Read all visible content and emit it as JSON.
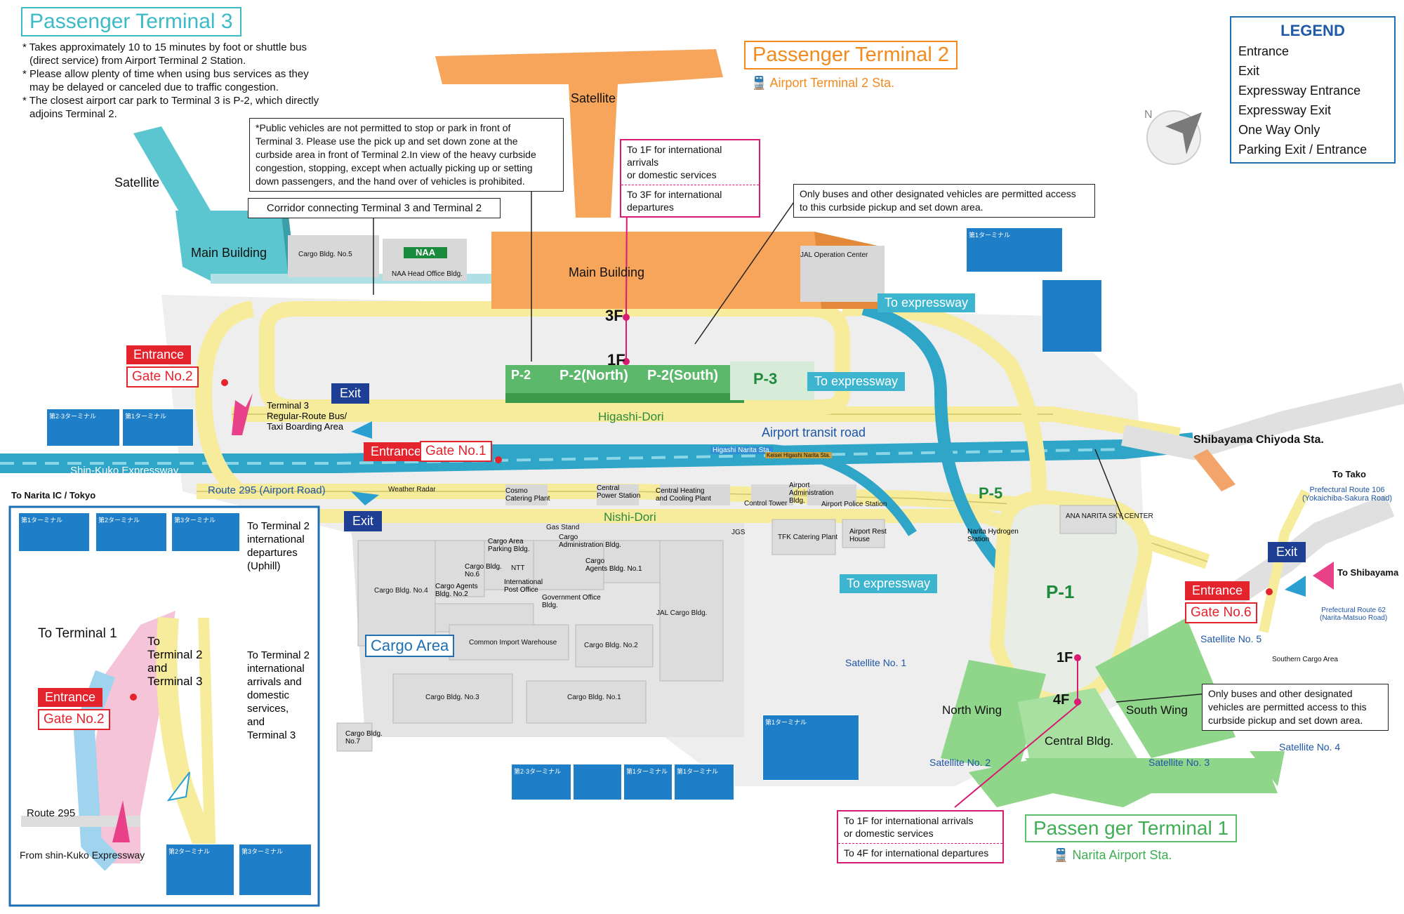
{
  "titles": {
    "t3": "Passenger Terminal 3",
    "t2": "Passenger Terminal 2",
    "t2_station": "Airport Terminal 2 Sta.",
    "t1": "Passen ger Terminal 1",
    "t1_station": "Narita Airport Sta."
  },
  "t3_notes": [
    "* Takes approximately 10 to 15 minutes by foot or shuttle bus",
    "(direct service) from Airport Terminal 2 Station.",
    "* Please allow plenty of time when using bus services as they",
    "may be delayed or canceled due to traffic congestion.",
    "* The closest airport car park to Terminal 3 is P-2, which directly",
    "adjoins Terminal 2."
  ],
  "public_vehicle_note": [
    "*Public vehicles are not permitted to stop or park in front of",
    "Terminal 3. Please use the pick up and set down zone at the",
    "curbside area in front of Terminal 2.In view of the heavy curbside",
    "congestion, stopping, except when actually picking up or setting",
    "down passengers, and the hand over of vehicles is prohibited."
  ],
  "corridor_note": "Corridor connecting Terminal 3 and Terminal 2",
  "t2_floor_box": {
    "line1": "To 1F for international arrivals",
    "line2": "or domestic services",
    "line3": "To 3F for international departures"
  },
  "bus_only_note_t2": [
    "Only buses and other designated vehicles are permitted access",
    "to this curbside pickup and set down area."
  ],
  "bus_only_note_t1": [
    "Only buses and other designated",
    "vehicles are permitted access to this",
    "curbside pickup and set down area."
  ],
  "t1_floor_box": {
    "line1": "To 1F for international arrivals",
    "line2": "or domestic services",
    "line3": "To 4F for international departures"
  },
  "legend": {
    "title": "LEGEND",
    "items": [
      "Entrance",
      "Exit",
      "Expressway Entrance",
      "Expressway Exit",
      "One Way Only",
      "Parking Exit / Entrance"
    ]
  },
  "labels": {
    "satellite_t3": "Satellite",
    "main_building_t3": "Main Building",
    "cargo_bldg5": "Cargo Bldg. No.5",
    "naa_logo": "NAA",
    "naa_head": "NAA Head Office Bldg.",
    "satellite_t2": "Satellite",
    "main_building_t2": "Main Building",
    "jal_ops": "JAL Operation Center",
    "f3": "3F",
    "f1": "1F",
    "p2n": "P-2",
    "p2north": "P-2(North)",
    "p2south": "P-2(South)",
    "p3": "P-3",
    "p5": "P-5",
    "p1": "P-1",
    "to_expressway_1": "To expressway",
    "to_expressway_2": "To expressway",
    "to_expressway_3": "To expressway",
    "exit_1": "Exit",
    "exit_2": "Exit",
    "exit_3": "Exit",
    "entrance_1": "Entrance",
    "gate_2": "Gate No.2",
    "entrance_2": "Entrance",
    "gate_1": "Gate No.1",
    "entrance_3": "Entrance",
    "gate_6": "Gate No.6",
    "entrance_inset": "Entrance",
    "gate_2_inset": "Gate No.2",
    "t3_bus_area": [
      "Terminal 3",
      "Regular-Route Bus/",
      "Taxi Boarding Area"
    ],
    "higashi_dori": "Higashi-Dori",
    "nishi_dori": "Nishi-Dori",
    "airport_transit": "Airport transit road",
    "shin_kuko": "Shin-Kuko Expressway",
    "route295": "Route 295 (Airport Road)",
    "to_narita_ic": "To Narita IC / Tokyo",
    "shibayama_chiyoda": "Shibayama Chiyoda Sta.",
    "to_tako": "To Tako",
    "pref_106": [
      "Prefectural Route 106",
      "(Yokaichiba-Sakura Road)"
    ],
    "to_shibayama": "To Shibayama",
    "pref_62": [
      "Prefectural Route 62",
      "(Narita-Matsuo Road)"
    ],
    "weather_radar": "Weather Radar",
    "cosmo": [
      "Cosmo",
      "Catering Plant"
    ],
    "central_power": [
      "Central",
      "Power Station"
    ],
    "central_heating": [
      "Central Heating",
      "and Cooling Plant"
    ],
    "control_tower": "Control Tower",
    "airport_admin": [
      "Airport",
      "Administration",
      "Bldg."
    ],
    "airport_police": "Airport Police Station",
    "gas_stand": "Gas Stand",
    "cargo_admin": [
      "Cargo",
      "Administration Bldg."
    ],
    "cargo_parking": [
      "Cargo Area",
      "Parking Bldg."
    ],
    "cargo_agents_1": [
      "Cargo",
      "Agents Bldg. No.1"
    ],
    "jgs": "JGS",
    "tfk": "TFK Catering Plant",
    "rest_house": [
      "Airport Rest",
      "House"
    ],
    "ana_sky": "ANA NARITA SKY CENTER",
    "hydrogen": [
      "Narita Hydrogen",
      "Station"
    ],
    "cargo_bldg6": [
      "Cargo Bldg.",
      "No.6"
    ],
    "ntt": "NTT",
    "post_office": [
      "International",
      "Post Office"
    ],
    "gov_office": [
      "Government Office",
      "Bldg."
    ],
    "cargo_bldg4": "Cargo Bldg. No.4",
    "cargo_agents_2": [
      "Cargo Agents",
      "Bldg. No.2"
    ],
    "jal_cargo": "JAL Cargo Bldg.",
    "cargo_area": "Cargo Area",
    "common_import": "Common Import Warehouse",
    "cargo_bldg2": "Cargo Bldg. No.2",
    "cargo_bldg3": "Cargo Bldg. No.3",
    "cargo_bldg1": "Cargo Bldg. No.1",
    "cargo_bldg7": [
      "Cargo Bldg.",
      "No.7"
    ],
    "satellite_no1": "Satellite No. 1",
    "satellite_no2": "Satellite No. 2",
    "satellite_no3": "Satellite No. 3",
    "satellite_no4": "Satellite No. 4",
    "satellite_no5": "Satellite No. 5",
    "north_wing": "North Wing",
    "south_wing": "South Wing",
    "central_bldg": "Central Bldg.",
    "t1_1f": "1F",
    "t1_4f": "4F",
    "southern_cargo": "Southern Cargo Area",
    "higashi_narita": "Higashi Narita Sta.",
    "keisei": "Keisei Higashi Narita Sta."
  },
  "inset": {
    "to_terminal1": "To Terminal 1",
    "to_t2_t3": [
      "To",
      "Terminal 2",
      "and",
      "Terminal 3"
    ],
    "to_t2_intl_dep": [
      "To Terminal 2",
      "international",
      "departures",
      "(Uphill)"
    ],
    "to_t2_intl_arr": [
      "To Terminal 2",
      "international",
      "arrivals and",
      "domestic",
      "services,",
      "and",
      "Terminal 3"
    ],
    "route295": "Route 295",
    "from_shin_kuko": "From shin-Kuko Expressway"
  },
  "road_signs": {
    "t23": "第2·3ターミナル",
    "t1": "第1ターミナル",
    "t2": "第2ターミナル",
    "t3": "第3ターミナル"
  },
  "colors": {
    "terminal3": "#5cc6d0",
    "terminal2": "#f6a55a",
    "terminal1": "#8fd68a",
    "road_yellow": "#f6ec9c",
    "expressway_blue": "#2fa5c8",
    "entrance_pink": "#e8418a",
    "parking_green": "#1f8a3c"
  }
}
